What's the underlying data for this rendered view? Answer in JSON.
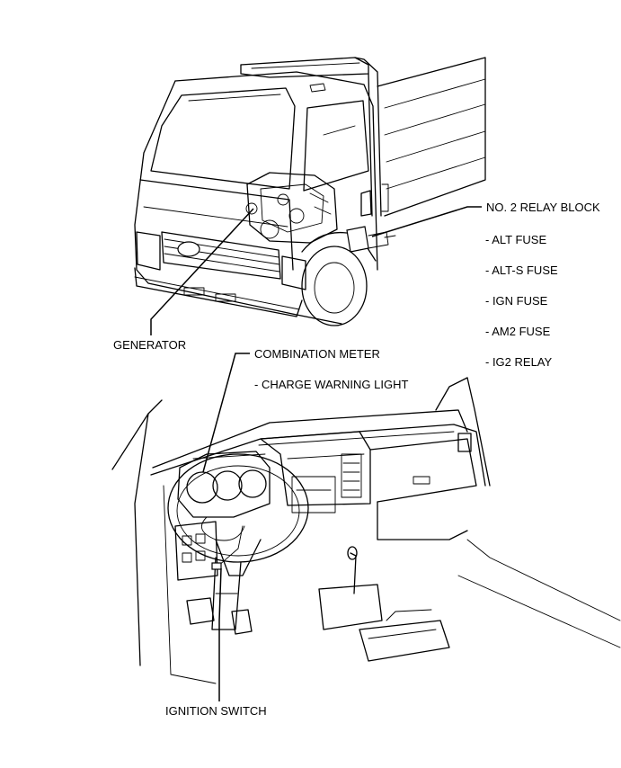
{
  "labels": {
    "generator": "GENERATOR",
    "relay_block": "NO. 2 RELAY BLOCK",
    "relay_items": [
      "- ALT FUSE",
      "- ALT-S FUSE",
      "- IGN FUSE",
      "- AM2 FUSE",
      "- IG2 RELAY"
    ],
    "combination_meter": "COMBINATION METER",
    "charge_warning_light": "- CHARGE WARNING LIGHT",
    "ignition_switch": "IGNITION SWITCH"
  }
}
